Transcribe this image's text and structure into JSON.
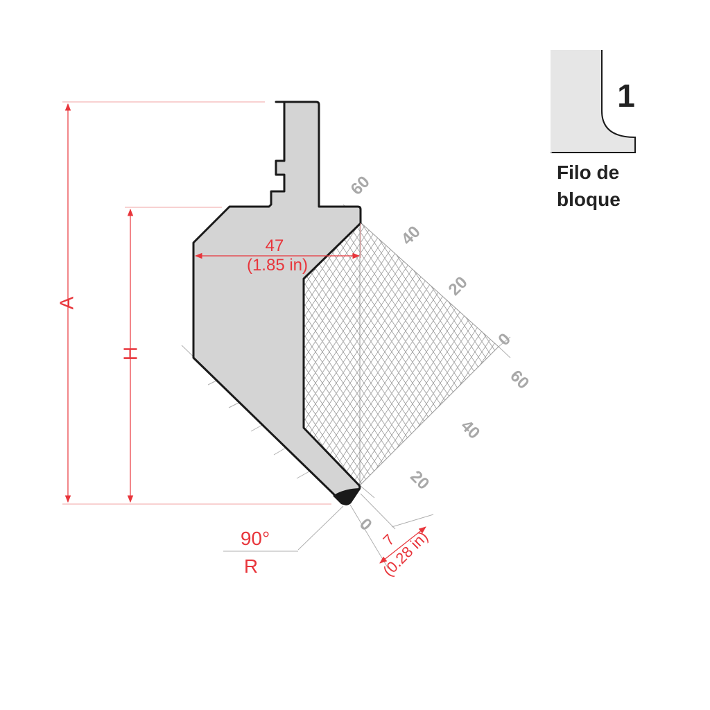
{
  "dimensions": {
    "overall_height_label": "A",
    "working_height_label": "H",
    "width_value": "47",
    "width_inches": "(1.85 in)",
    "angle_label": "90°",
    "radius_label": "R",
    "tip_value": "7",
    "tip_inches": "(0.28 in)"
  },
  "scale_ticks": {
    "upper_axis": [
      "60",
      "40",
      "20",
      "0"
    ],
    "lower_axis": [
      "60",
      "40",
      "20",
      "0"
    ]
  },
  "legend": {
    "number": "1",
    "caption_line1": "Filo de",
    "caption_line2": "bloque"
  },
  "colors": {
    "dimension": "#e8353b",
    "dimension_light": "#f2a3a3",
    "tool_fill": "#d4d4d4",
    "tool_stroke": "#1a1a1a",
    "grid": "#9a9a9a",
    "tick": "#a8a8a8",
    "legend_fill": "#e6e6e6"
  }
}
